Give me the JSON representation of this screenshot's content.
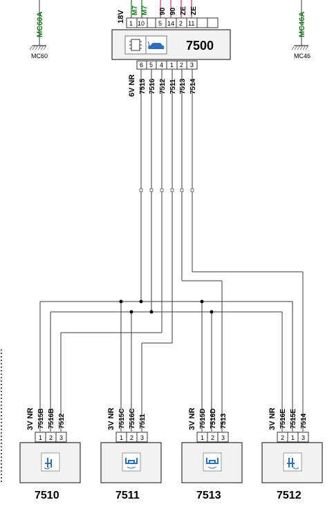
{
  "ground_left": {
    "wire_label": "MC60A",
    "name": "MC60"
  },
  "ground_right": {
    "wire_label": "MC46A",
    "name": "MC46"
  },
  "ecu": {
    "id": "7500",
    "top_pins": [
      "1",
      "10",
      "5",
      "14",
      "2",
      "11"
    ],
    "top_wire_labels": [
      "M7",
      "M7",
      "90",
      "90",
      "ZE",
      "ZE"
    ],
    "top_connector_label": "18V",
    "bottom_pins": [
      "6",
      "5",
      "4",
      "1",
      "2",
      "3"
    ],
    "bottom_connector_label": "6V NR",
    "bottom_wire_labels": [
      "7515",
      "7516",
      "7512",
      "7511",
      "7513",
      "7514"
    ]
  },
  "sensors": [
    {
      "id": "7510",
      "connector": "3V NR",
      "pins": [
        "1",
        "2",
        "3"
      ],
      "wires": [
        "7515B",
        "7516B",
        "7512"
      ]
    },
    {
      "id": "7511",
      "connector": "3V NR",
      "pins": [
        "1",
        "2",
        "3"
      ],
      "wires": [
        "7515C",
        "7516C",
        "7511"
      ]
    },
    {
      "id": "7513",
      "connector": "3V NR",
      "pins": [
        "1",
        "2",
        "3"
      ],
      "wires": [
        "7515D",
        "7516D",
        "7513"
      ]
    },
    {
      "id": "7512",
      "connector": "3V NR",
      "pins": [
        "2",
        "1",
        "3"
      ],
      "wires": [
        "7516E",
        "7515E",
        "7514"
      ]
    }
  ],
  "colors": {
    "ground_label": "#1a7a1a",
    "pink_wire": "#e0408a",
    "icon_blue": "#2a6fc0",
    "box_fill": "#f2f2f2"
  }
}
